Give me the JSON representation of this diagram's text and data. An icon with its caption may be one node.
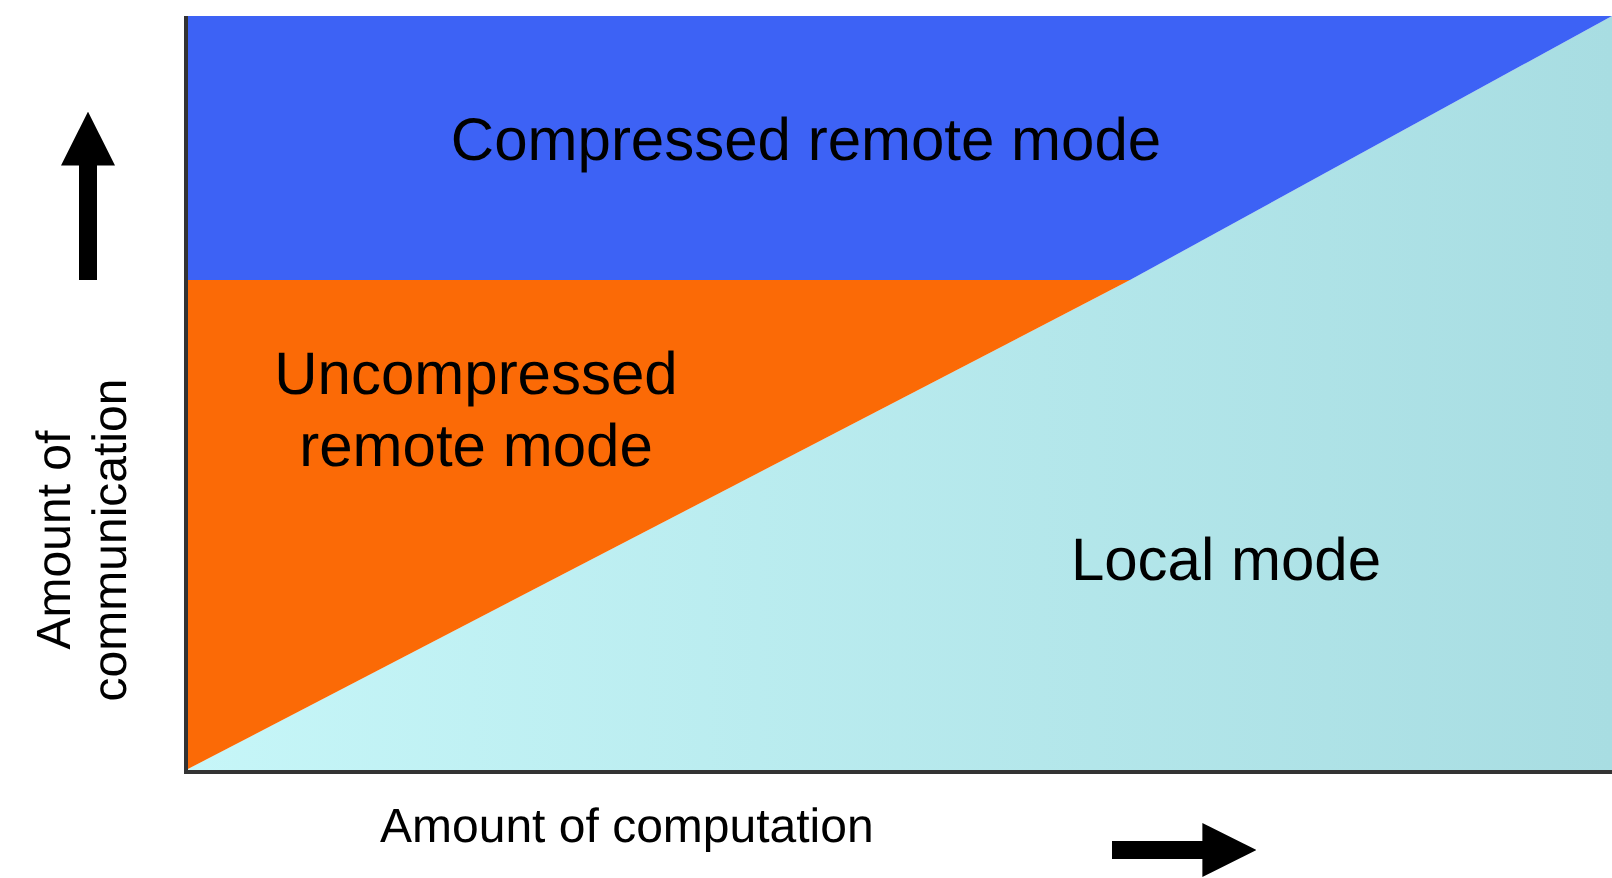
{
  "diagram": {
    "nodes": [
      {
        "text": [
          "Compressed remote mode"
        ]
      },
      {
        "text": [
          "Uncompressed remote mode"
        ]
      },
      {
        "text": [
          "Local mode"
        ]
      }
    ],
    "labels": [
      "Amount of communication",
      "Amount of computation"
    ]
  }
}
